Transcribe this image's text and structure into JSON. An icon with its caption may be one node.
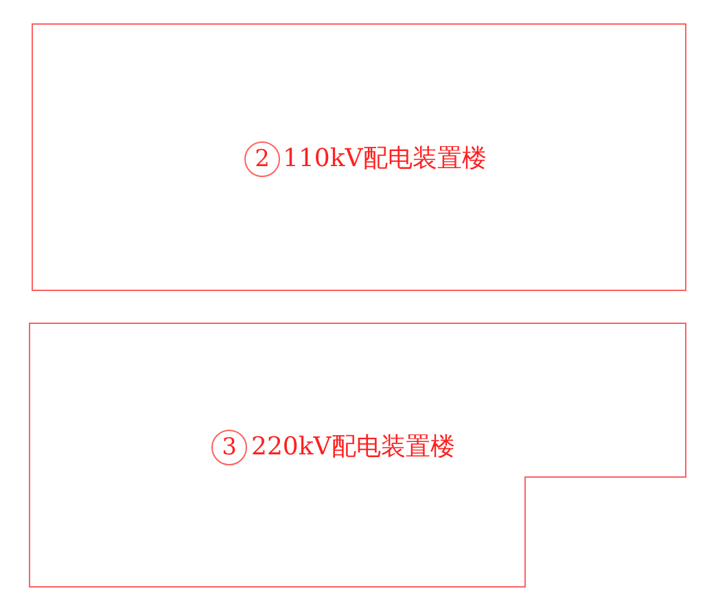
{
  "diagram": {
    "nodes": [
      {
        "text": [
          "110kV配电装置楼"
        ]
      },
      {
        "text": [
          "2"
        ],
        "in": 0
      },
      {
        "text": [
          "220kV配电装置楼"
        ]
      },
      {
        "text": [
          "3"
        ],
        "in": 2
      }
    ]
  }
}
